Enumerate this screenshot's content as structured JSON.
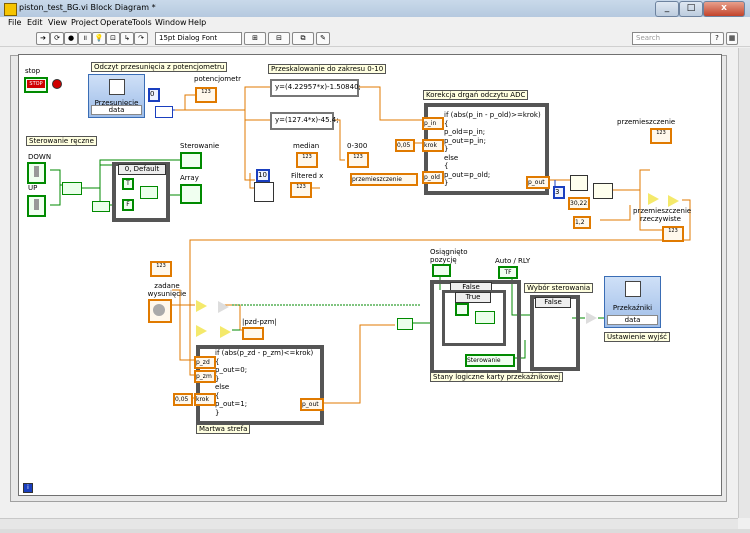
{
  "window": {
    "title": "piston_test_BG.vi Block Diagram *",
    "min_label": "_",
    "max_label": "□",
    "close_label": "x"
  },
  "menu": [
    "File",
    "Edit",
    "View",
    "Project",
    "Operate",
    "Tools",
    "Window",
    "Help"
  ],
  "toolbar": {
    "font_select": "15pt Dialog Font",
    "search_placeholder": "Search"
  },
  "diagram": {
    "stop_label": "stop",
    "stop_btn": "STOP",
    "odczyt_label": "Odczyt przesunięcia z potencjometru",
    "przesuniecie_hdr": "Przesunięcie",
    "przesuniecie_data": "data",
    "potencjometr_label": "potencjometr",
    "przeskalowanie_label": "Przeskalowanie do zakresu 0-10",
    "formula1": "y=(4.22957*x)-1.50840;",
    "formula2": "y=(127.4*x)-45.4;",
    "korekcja_label": "Korekcja drgań odczytu ADC",
    "korekcja_code": "if (abs(p_in - p_old)>=krok)\n{\np_old=p_in;\np_out=p_in;\n}\nelse\n{\np_out=p_old;\n}",
    "p_in": "p_in",
    "krok1": "krok",
    "p_old": "p_old",
    "p_out1": "p_out",
    "val_005_a": "0,05",
    "przemieszczenie_label": "przemieszczenie",
    "przemieszczenie_ref": "przemieszczenie",
    "range_label": "0-300",
    "median_label": "median",
    "filtered_label": "Filtered x",
    "val_10": "10",
    "val_0": "0",
    "val_3": "3",
    "val_3022": "30,22",
    "val_12": "1,2",
    "rzeczywiste_label": "przemieszczenie rzeczywiste",
    "sterowanie_reczne": "Sterowanie ręczne",
    "down_label": "DOWN",
    "up_label": "UP",
    "case_default": "0, Default",
    "sterowanie_label": "Sterowanie",
    "array_label": "Array",
    "t_label": "T",
    "f_label": "F",
    "zadane_label": "zadane wysunięcie",
    "pzd_pzm": "|pzd-pzm|",
    "martwa_code": "if (abs(p_zd - p_zm)<=krok)\n{\np_out=0;\n}\nelse\n{\np_out=1;\n}",
    "p_zd": "p_zd",
    "p_zm": "p_zm",
    "krok2": "krok",
    "p_out2": "p_out",
    "val_005_b": "0,05",
    "martwa_label": "Martwa strefa",
    "osiagnieto_label": "Osiągnięto pozycję",
    "auto_rly_label": "Auto / RLY",
    "case_false1": "False",
    "case_true": "True",
    "wybor_label": "Wybór sterowania",
    "case_false2": "False",
    "sterowanie_ref": "Sterowanie",
    "stany_label": "Stany logiczne karty przekaźnikowej",
    "przekazniki_hdr": "Przekaźniki",
    "przekazniki_data": "data",
    "ustawienie_label": "Ustawienie wyjść",
    "i123": "123",
    "tf": "TF",
    "info": "i"
  }
}
